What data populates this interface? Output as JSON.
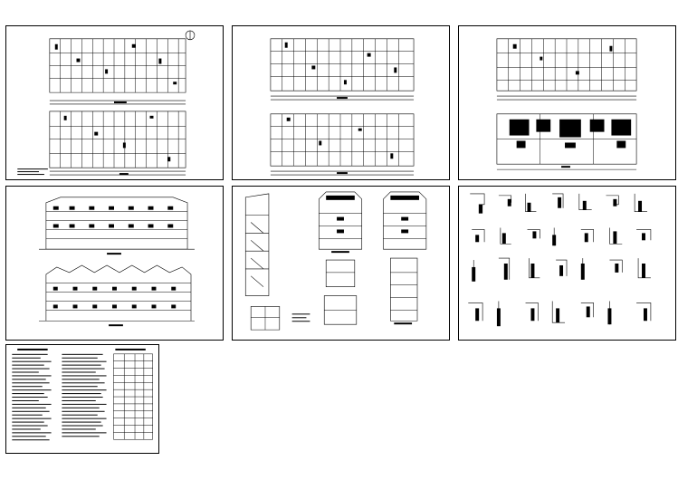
{
  "canvas": {
    "background": "#ffffff",
    "line_color": "#000000"
  },
  "sheets": [
    {
      "id": "sheet-1",
      "content": "floor-plans"
    },
    {
      "id": "sheet-2",
      "content": "floor-plans"
    },
    {
      "id": "sheet-3",
      "content": "floor-plans-with-filled-roof-plan"
    },
    {
      "id": "sheet-4",
      "content": "building-elevations"
    },
    {
      "id": "sheet-5",
      "content": "stair-section-and-side-elevations"
    },
    {
      "id": "sheet-6",
      "content": "construction-details"
    },
    {
      "id": "sheet-7",
      "content": "design-notes-and-door-window-schedule"
    }
  ],
  "north_arrow_icon": "compass-north-arrow"
}
